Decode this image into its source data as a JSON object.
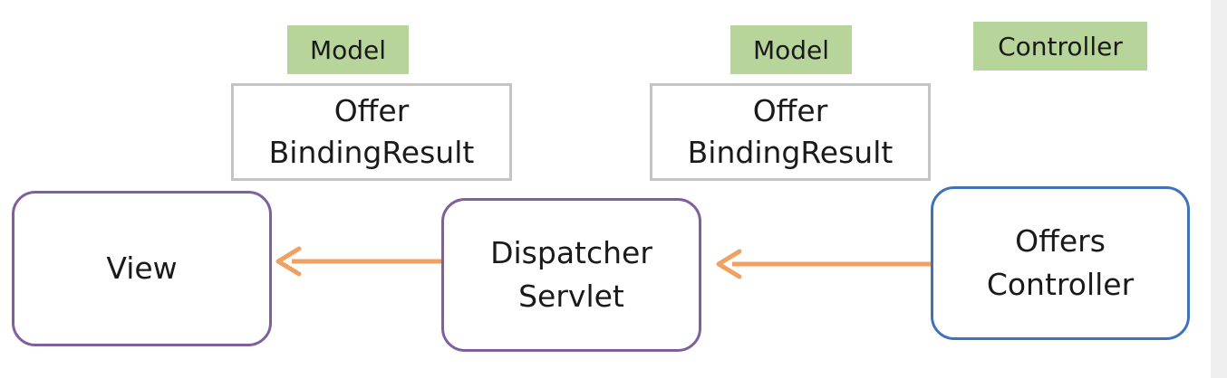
{
  "diagram": {
    "tags": {
      "model_left": "Model",
      "model_right": "Model",
      "controller": "Controller"
    },
    "data_boxes": {
      "left": {
        "line1": "Offer",
        "line2": "BindingResult"
      },
      "right": {
        "line1": "Offer",
        "line2": "BindingResult"
      }
    },
    "nodes": {
      "view": {
        "label": "View"
      },
      "dispatcher": {
        "line1": "Dispatcher",
        "line2": "Servlet"
      },
      "offers_controller": {
        "line1": "Offers",
        "line2": "Controller"
      }
    }
  },
  "colors": {
    "tag_fill": "#b7d59b",
    "data_box_border": "#c4c4c4",
    "node_border_purple": "#7f5f9e",
    "node_border_blue": "#3f73b8",
    "arrow": "#f0a060"
  }
}
